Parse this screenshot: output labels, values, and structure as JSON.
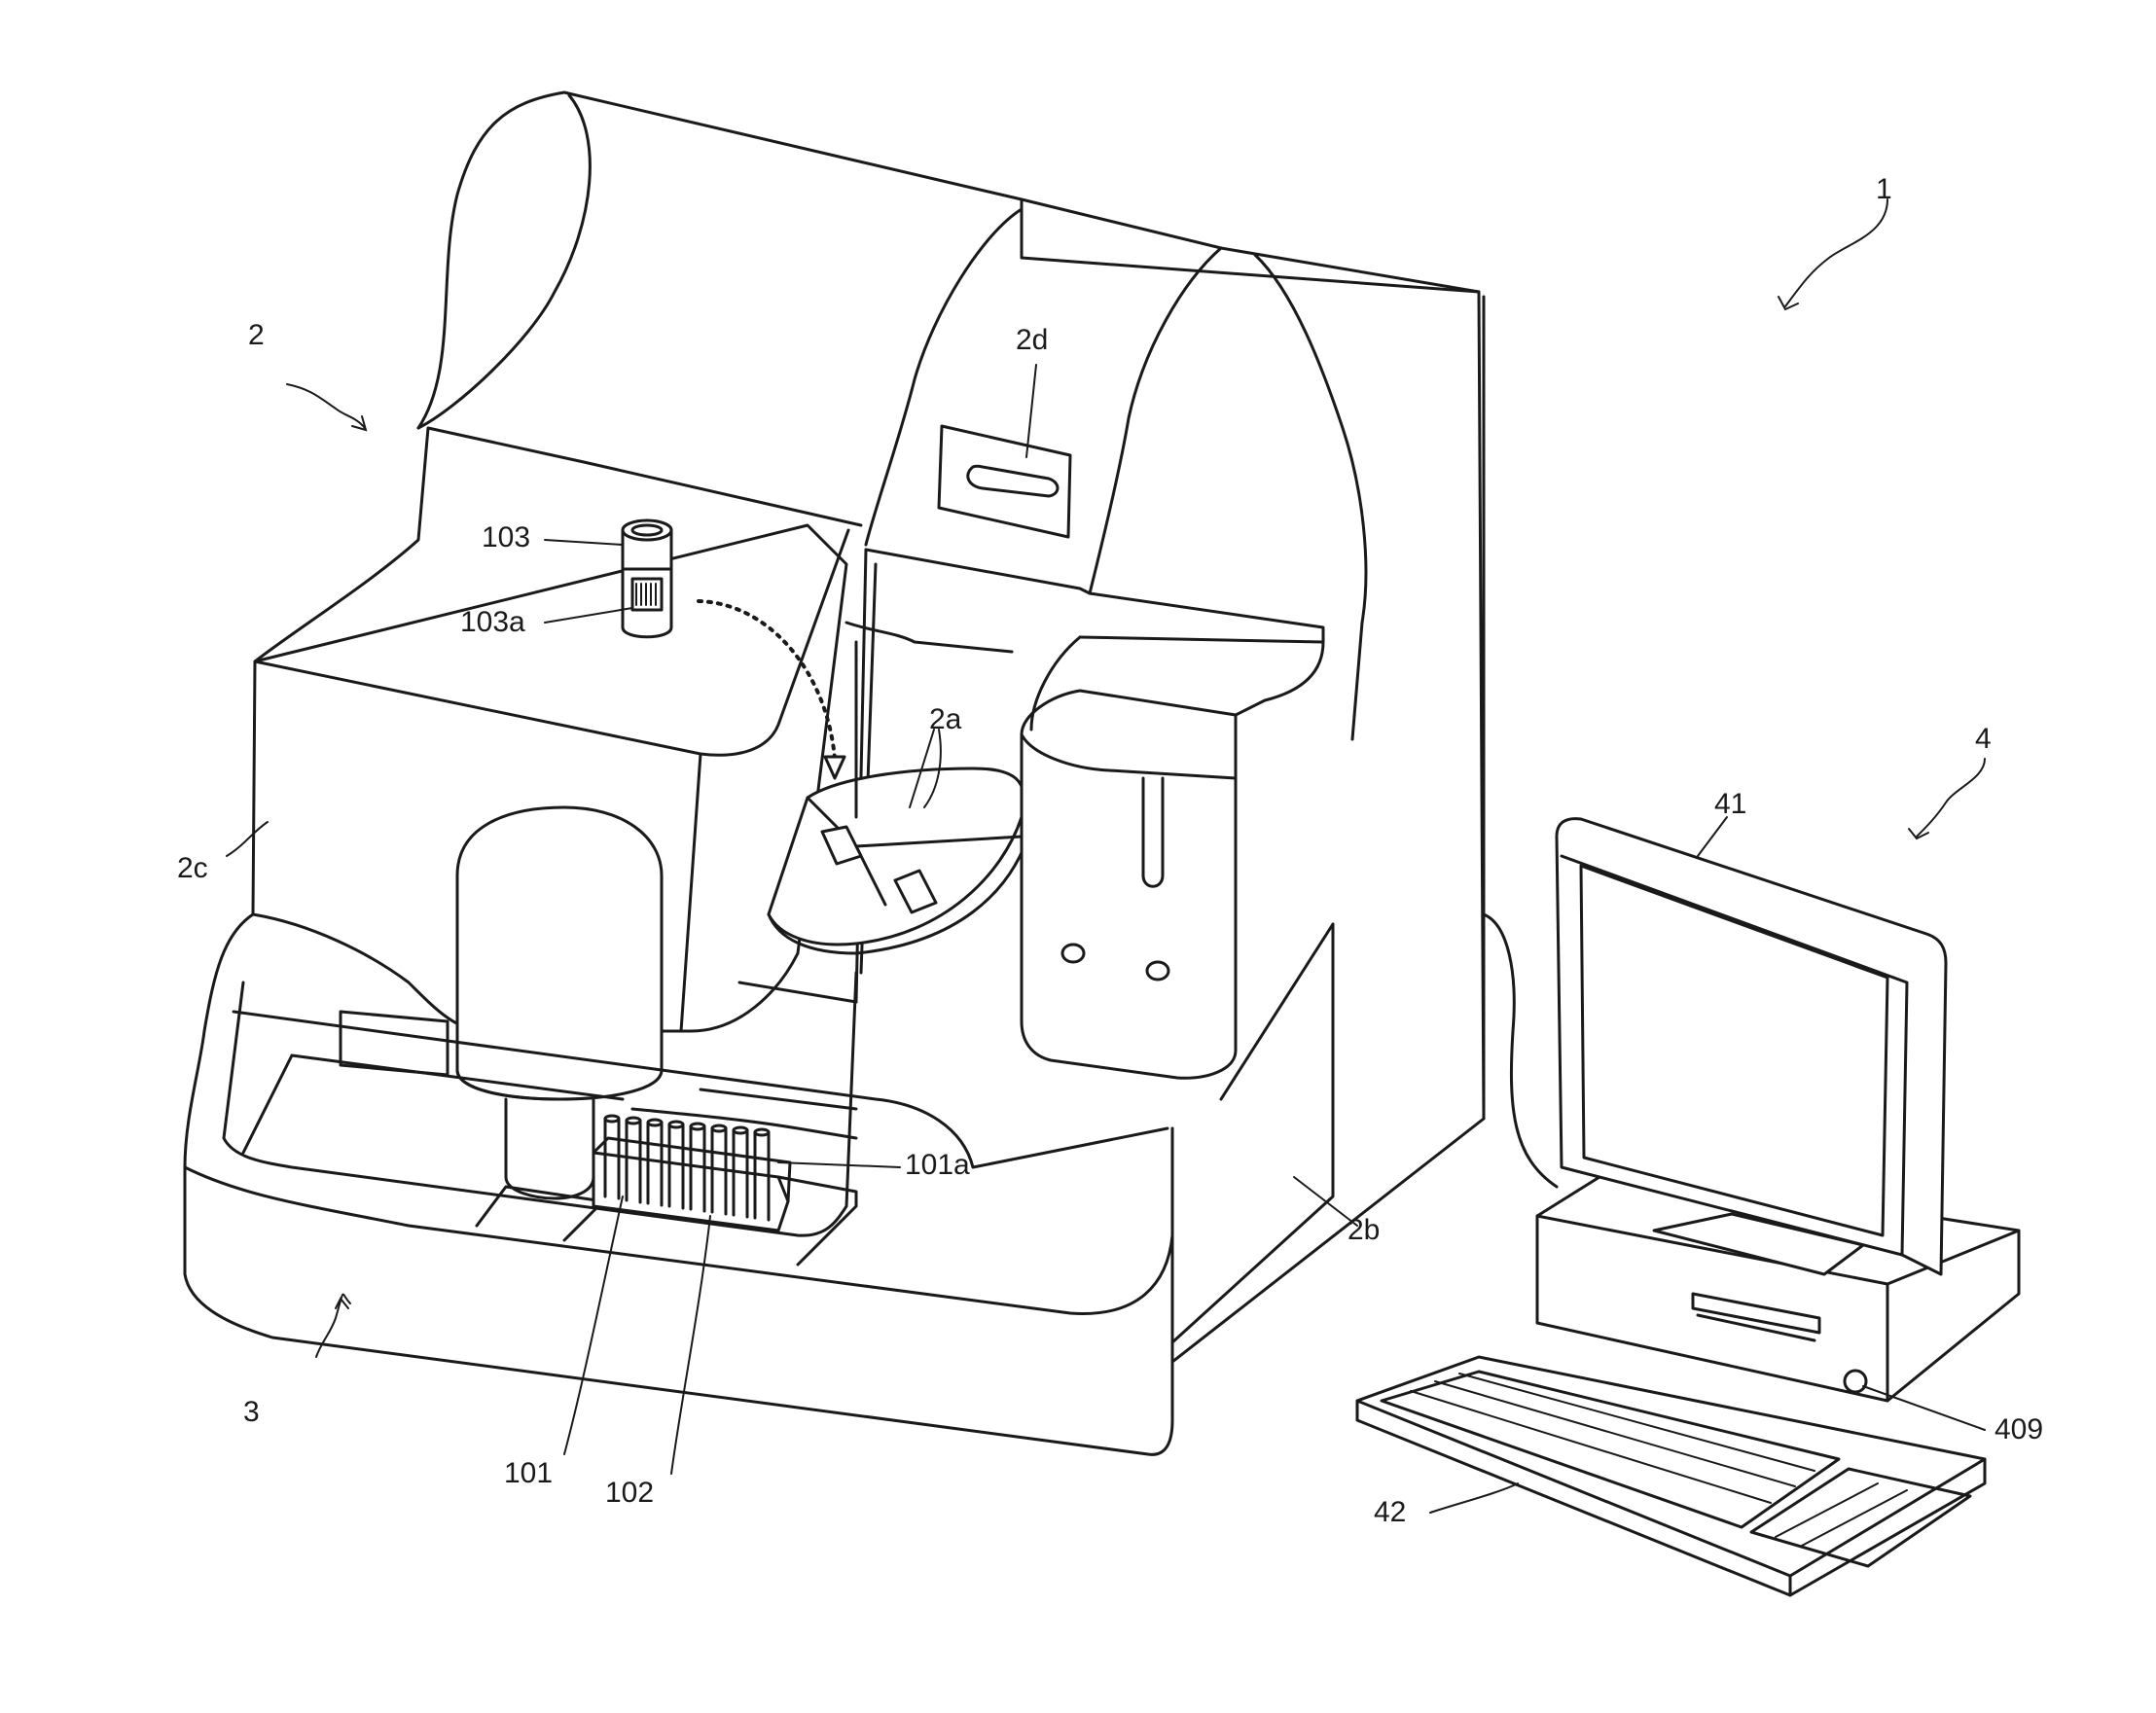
{
  "labels": {
    "system": "1",
    "analyzer": "2",
    "sample_table": "2a",
    "side_panel": "2b",
    "front_cover": "2c",
    "display_window": "2d",
    "transport_unit": "3",
    "control_unit": "4",
    "monitor": "41",
    "keyboard": "42",
    "power_button": "409",
    "sample_tube": "101",
    "tube_cap": "101a",
    "rack": "102",
    "manual_tube": "103",
    "manual_tube_label": "103a"
  }
}
